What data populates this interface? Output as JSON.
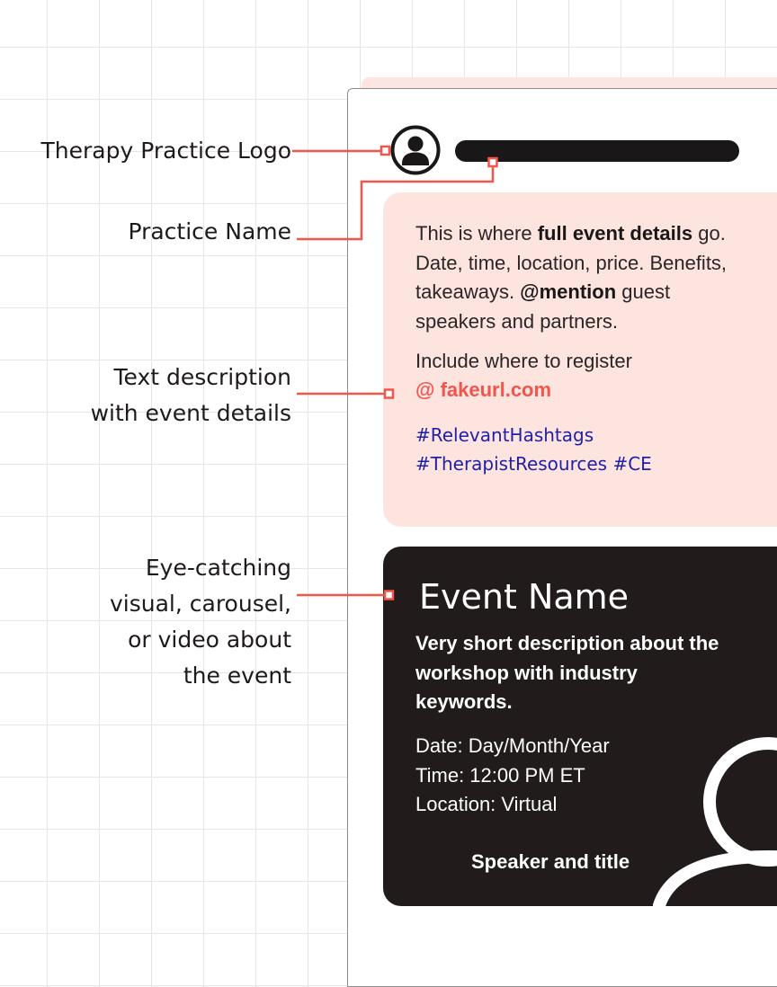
{
  "labels": {
    "logo": "Therapy Practice Logo",
    "name": "Practice Name",
    "text_desc": [
      "Text description",
      "with event details"
    ],
    "visual": [
      "Eye-catching",
      "visual, carousel,",
      "or video about",
      "the event"
    ]
  },
  "description": {
    "part1": "This is where ",
    "bold1": "full event details",
    "part2": " go. Date, time, location, price. Benefits, takeaways. ",
    "bold2": "@mention",
    "part3": " guest speakers and partners.",
    "register_text": "Include where to register",
    "link": "@ fakeurl.com",
    "hashtag1": "#RelevantHashtags",
    "hashtag2": "#TherapistResources",
    "hashtag3": "#CE"
  },
  "event": {
    "title": "Event Name",
    "short_description": "Very short description about the workshop with industry keywords.",
    "date": "Date: Day/Month/Year",
    "time": "Time: 12:00 PM ET",
    "location": "Location: Virtual",
    "speaker": "Speaker and title"
  },
  "colors": {
    "accent": "#f0564c",
    "pink_panel": "#fde4de",
    "dark_panel": "#211b1c",
    "hashtag": "#1f1fa8"
  },
  "icons": [
    "avatar-logo-icon",
    "speaker-silhouette-icon"
  ]
}
